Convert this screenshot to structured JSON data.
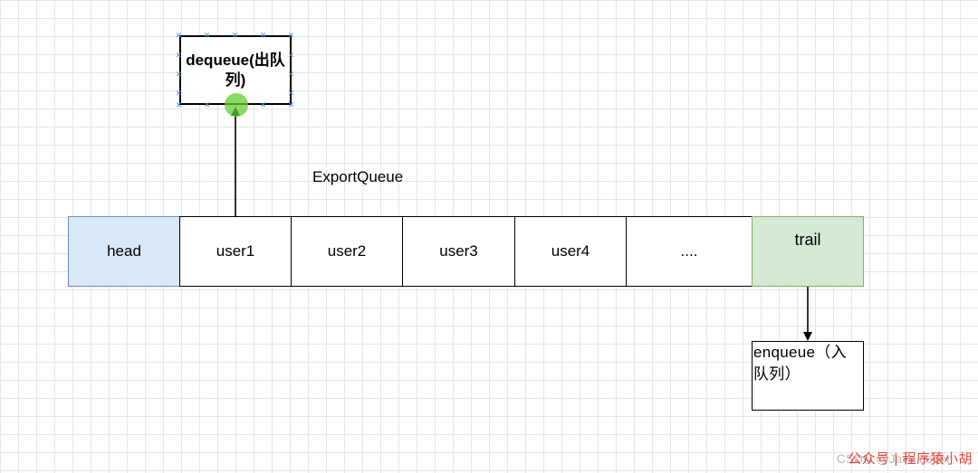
{
  "diagram": {
    "title": "ExportQueue",
    "cells": [
      {
        "id": "head",
        "label": "head"
      },
      {
        "id": "user1",
        "label": "user1"
      },
      {
        "id": "user2",
        "label": "user2"
      },
      {
        "id": "user3",
        "label": "user3"
      },
      {
        "id": "user4",
        "label": "user4"
      },
      {
        "id": "more",
        "label": "...."
      },
      {
        "id": "trail",
        "label": "trail"
      }
    ],
    "dequeue_label": "dequeue(出队列)",
    "enqueue_label": "enqueue（入队列）"
  },
  "watermark": {
    "text": "公众号 | 程序猿小胡",
    "sub": "CSDN @Java coder"
  },
  "colors": {
    "head_fill": "#dae8fc",
    "head_stroke": "#6c8ebf",
    "trail_fill": "#d5e8d4",
    "trail_stroke": "#82b366",
    "selection_handle": "#4a90d9",
    "connection_point": "#66cc33",
    "watermark": "#e8443a"
  }
}
